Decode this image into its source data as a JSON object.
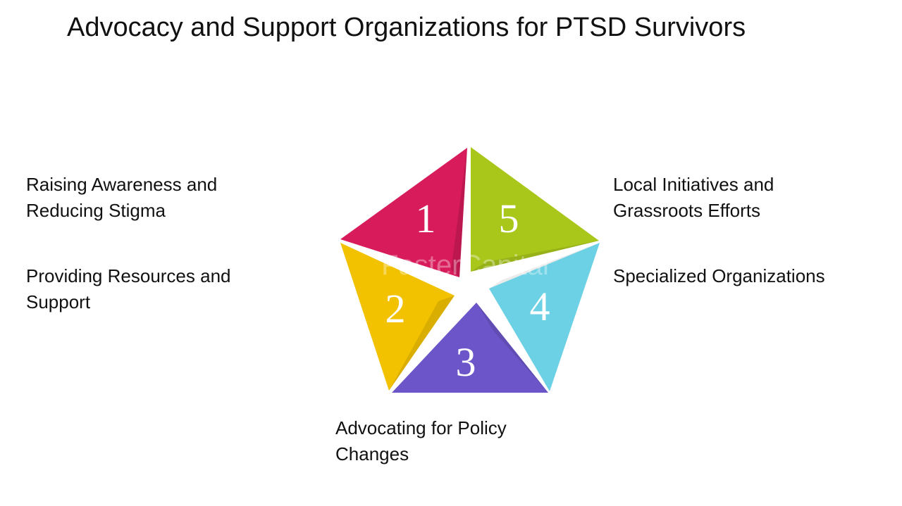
{
  "title": "Advocacy and Support Organizations for PTSD Survivors",
  "segments": [
    {
      "number": "1",
      "label_lines": [
        "Raising Awareness and",
        "Reducing Stigma"
      ],
      "color": "#d81b5a"
    },
    {
      "number": "2",
      "label_lines": [
        "Providing Resources and",
        "Support"
      ],
      "color": "#f2c200"
    },
    {
      "number": "3",
      "label_lines": [
        "Advocating for Policy",
        "Changes"
      ],
      "color": "#6c55c9"
    },
    {
      "number": "4",
      "label_lines": [
        "Specialized Organizations"
      ],
      "color": "#6cd1e4"
    },
    {
      "number": "5",
      "label_lines": [
        "Local Initiatives and",
        "Grassroots Efforts"
      ],
      "color": "#a9c71b"
    }
  ],
  "watermark": "FasterCapital"
}
